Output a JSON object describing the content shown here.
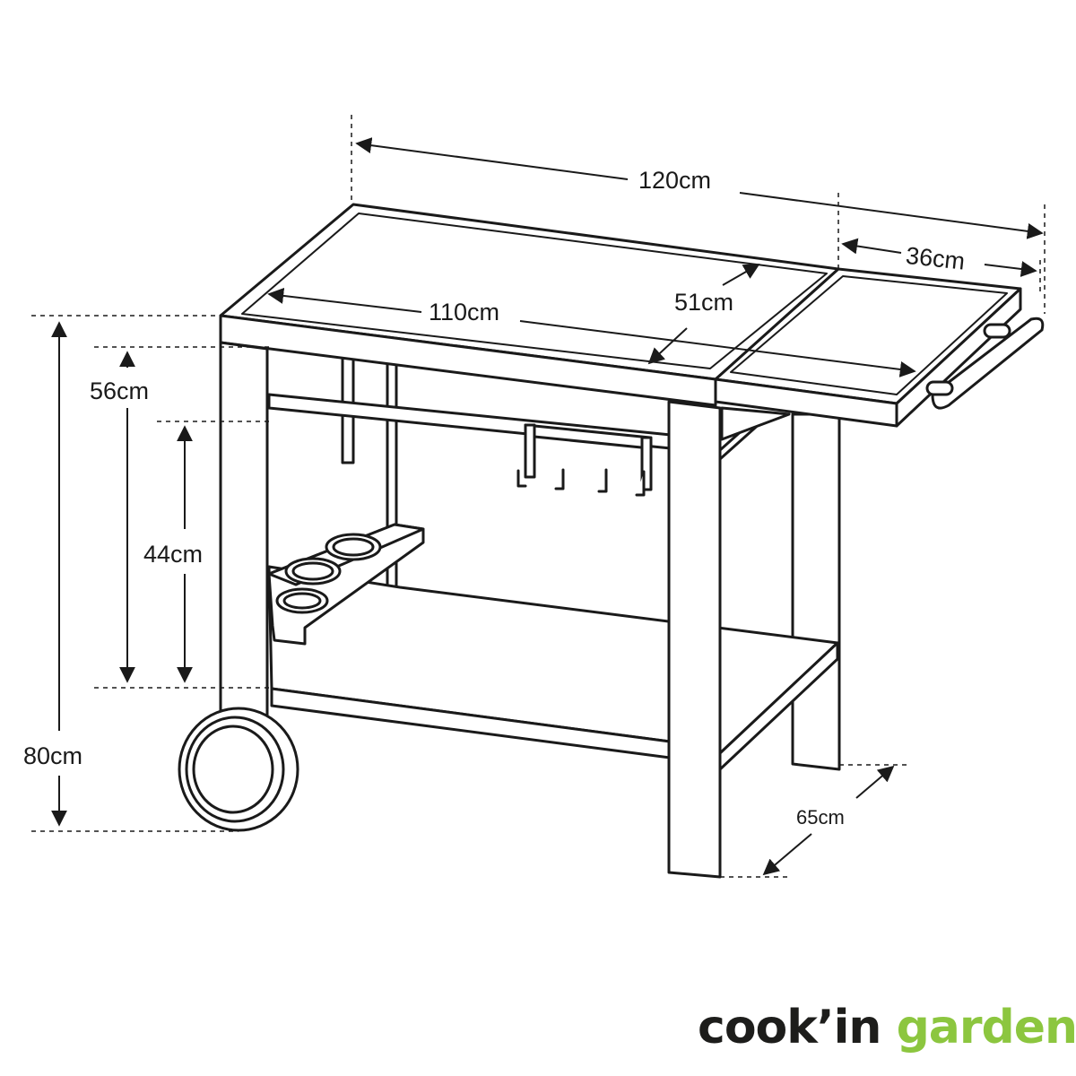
{
  "dimensions": {
    "total_length": "120cm",
    "top_length": "110cm",
    "top_depth": "51cm",
    "shelf_width": "36cm",
    "total_height": "80cm",
    "table_height_marker": "56cm",
    "lower_height": "44cm",
    "depth": "65cm"
  },
  "brand": {
    "name_part1": "cook’in",
    "name_part2": "garden",
    "color_dark": "#1d1d1b",
    "color_green": "#8cc63f"
  },
  "colors": {
    "line": "#1a1a1a",
    "background": "#ffffff"
  }
}
